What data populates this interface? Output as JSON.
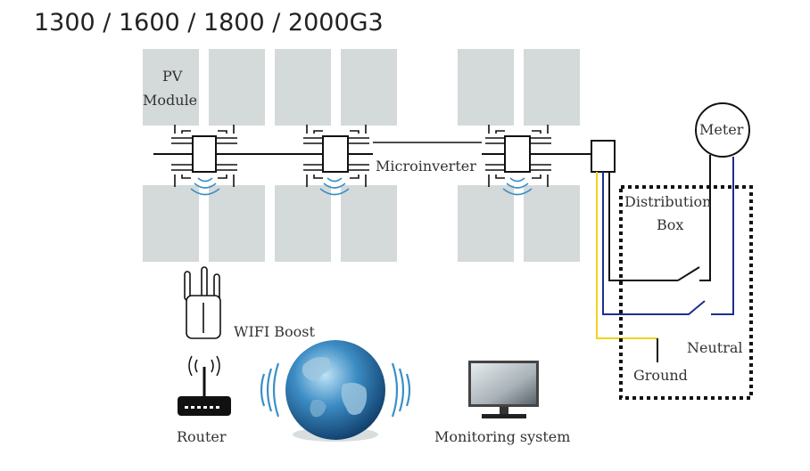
{
  "title": "1300 / 1600 / 1800 / 2000G3",
  "labels": {
    "pv_module_line1": "PV",
    "pv_module_line2": "Module",
    "microinverter": "Microinverter",
    "meter": "Meter",
    "distribution_line1": "Distribution",
    "distribution_line2": "Box",
    "neutral": "Neutral",
    "ground": "Ground",
    "wifi_boost": "WIFI Boost",
    "router": "Router",
    "monitoring": "Monitoring system"
  },
  "colors": {
    "panel": "#d4d9da",
    "wire": "#111111",
    "wifi": "#3a8fc6",
    "neutral_wire": "#1f2e8c",
    "ground_wire": "#f2d21c",
    "globe": "#2a6fa0"
  },
  "icons": [
    "wifi-signal-icon",
    "wifi-boost-icon",
    "router-icon",
    "globe-icon",
    "monitor-icon",
    "meter-icon"
  ]
}
